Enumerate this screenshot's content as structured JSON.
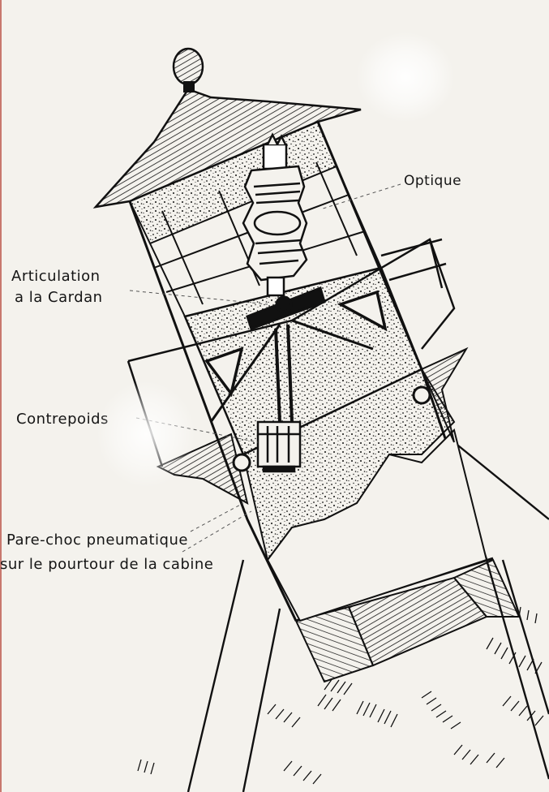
{
  "labels": {
    "optique": "Optique",
    "articulation_line1": "Articulation",
    "articulation_line2": "a la Cardan",
    "contrepoids": "Contrepoids",
    "pare_choc_line1": "Pare-choc pneumatique",
    "pare_choc_line2": "sur le pourtour de la cabine"
  }
}
